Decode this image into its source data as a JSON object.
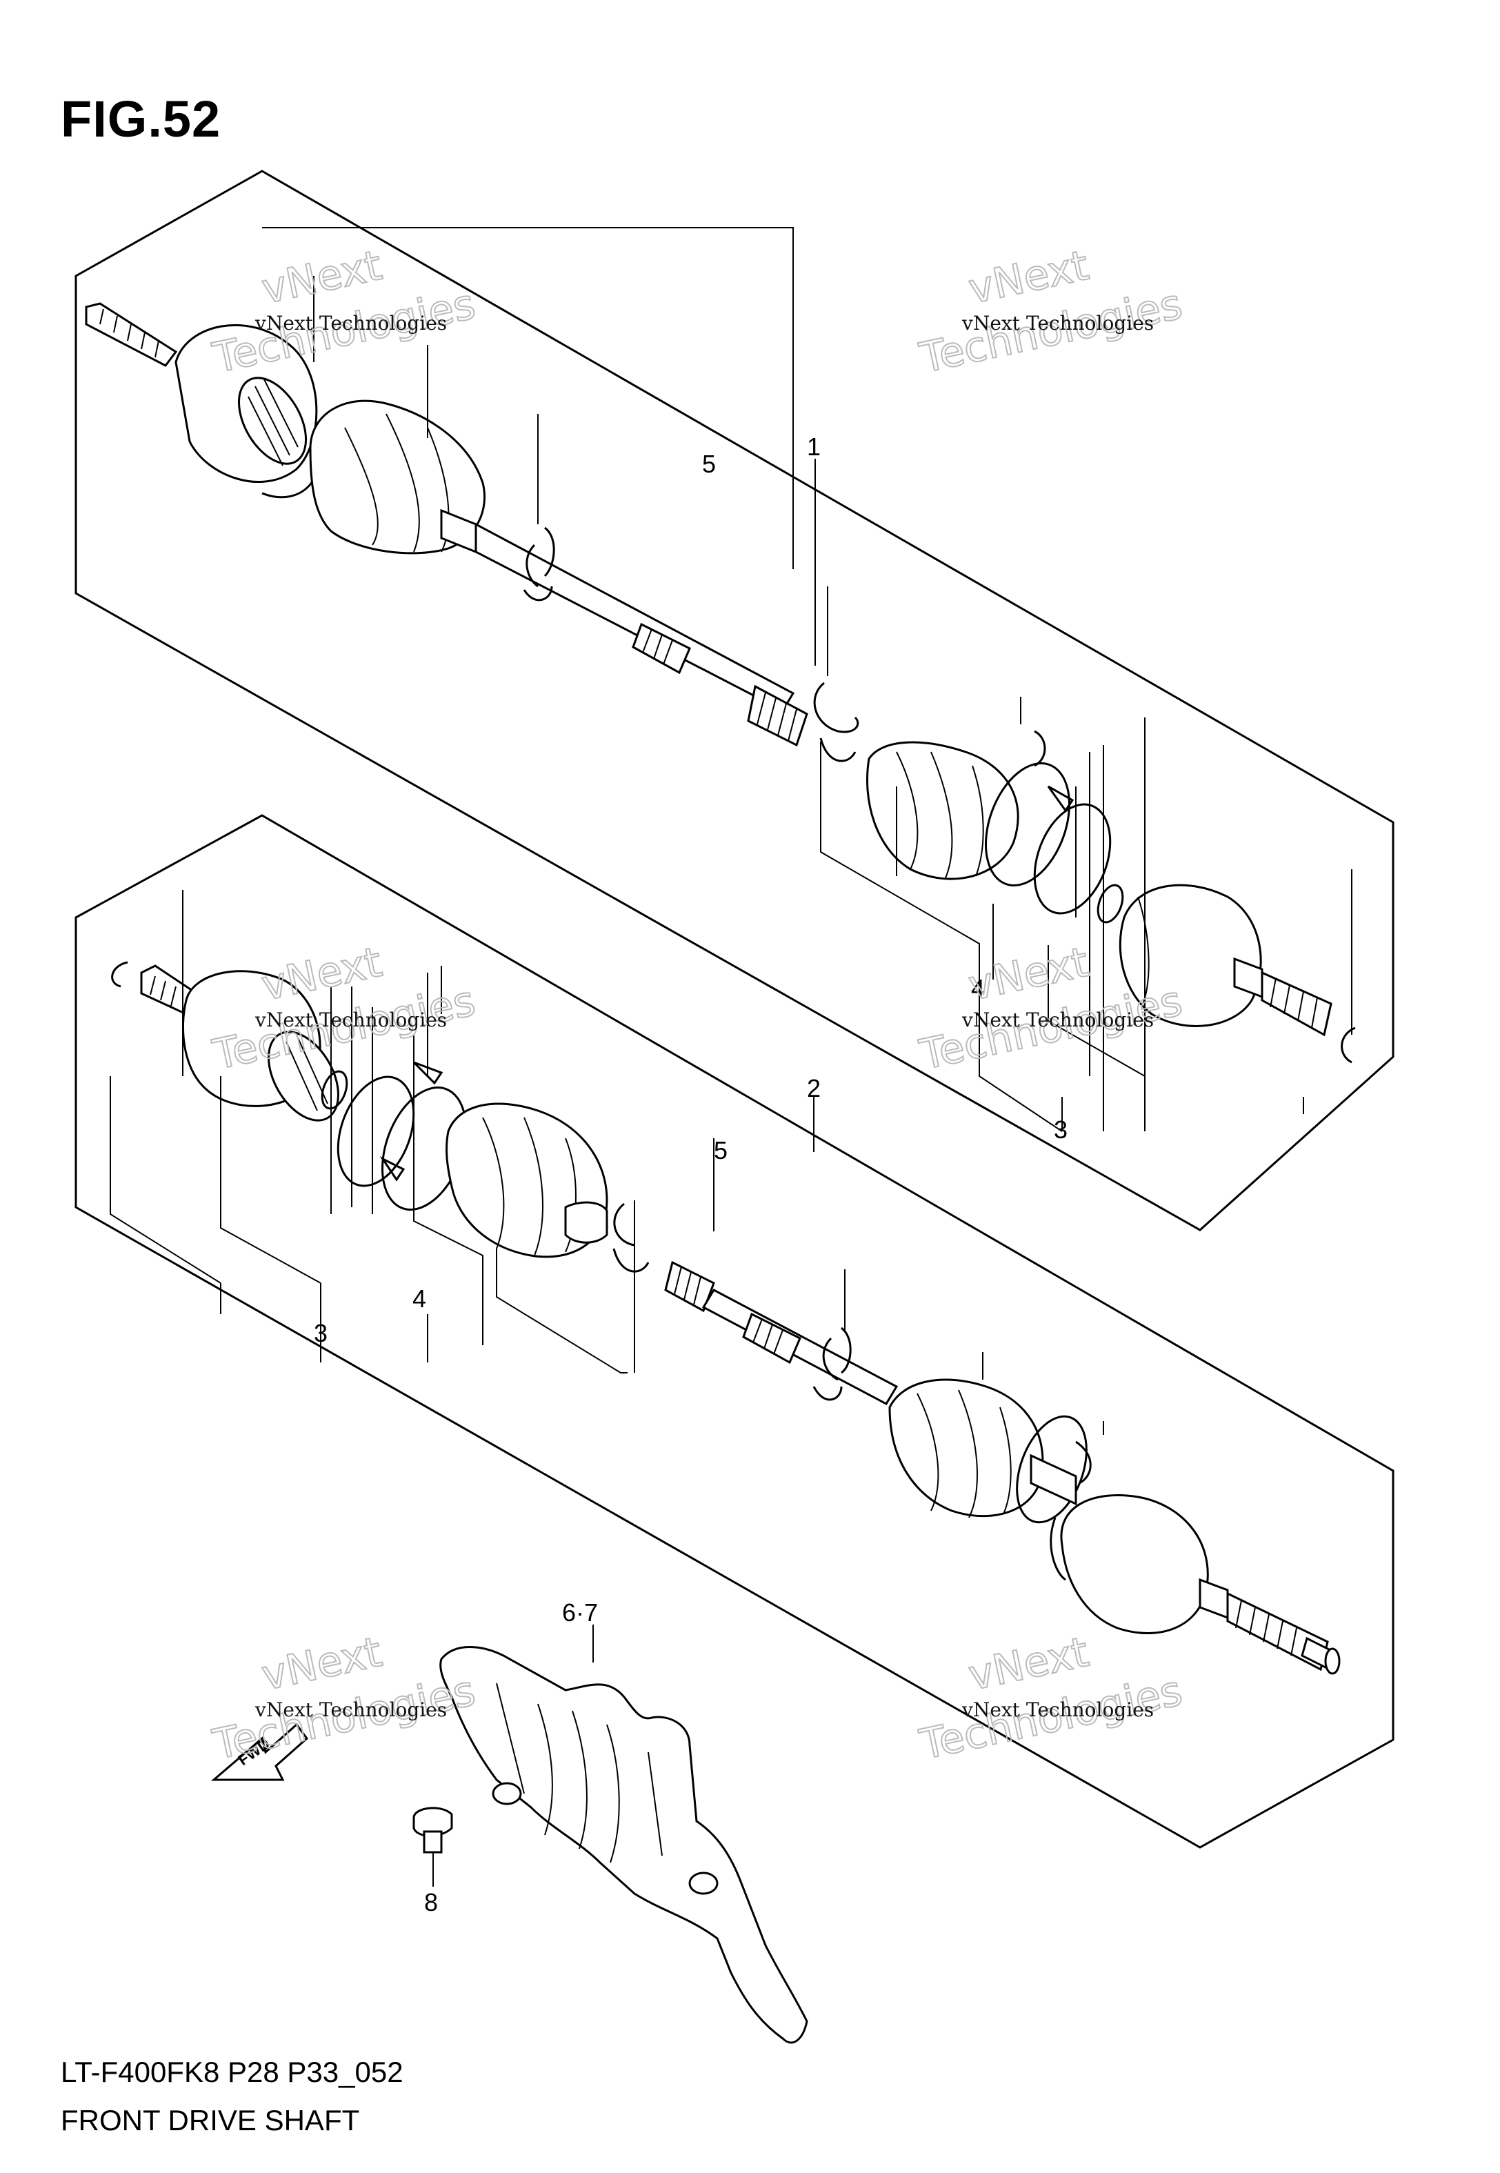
{
  "figure": {
    "title": "FIG.52",
    "model_code": "LT-F400FK8 P28 P33_052",
    "name": "FRONT DRIVE SHAFT"
  },
  "callouts": {
    "c1": "1",
    "c2": "2",
    "c3a": "3",
    "c3b": "3",
    "c4a": "4",
    "c4b": "4",
    "c5a": "5",
    "c5b": "5",
    "c67": "6·7",
    "c8": "8"
  },
  "watermark": {
    "line1": "vNext Technologies",
    "big1": "vNext",
    "big2": "Technologies"
  },
  "direction_label": "FWD"
}
